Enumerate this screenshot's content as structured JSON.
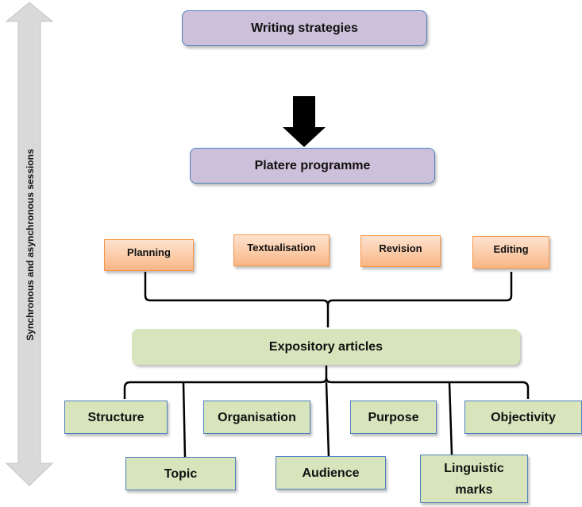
{
  "side_arrow": {
    "label": "Synchronous and asynchronous sessions",
    "icon": "double-headed-arrow-icon"
  },
  "top": {
    "title": "Writing strategies",
    "arrow_icon": "down-arrow-icon",
    "programme": "Platere programme"
  },
  "stages": [
    "Planning",
    "Textualisation",
    "Revision",
    "Editing"
  ],
  "hub": {
    "label": "Expository articles"
  },
  "features": {
    "upper": [
      "Structure",
      "Organisation",
      "Purpose",
      "Objectivity"
    ],
    "lower": [
      "Topic",
      "Audience",
      "Linguistic marks"
    ]
  },
  "colors": {
    "purple_fill": "#ccc0da",
    "orange_fill": "#fbc9a4",
    "orange_border": "#f79646",
    "green_fill": "#d7e4bc",
    "blue_border": "#4f81bd",
    "side_arrow": "#d9d9d9"
  }
}
